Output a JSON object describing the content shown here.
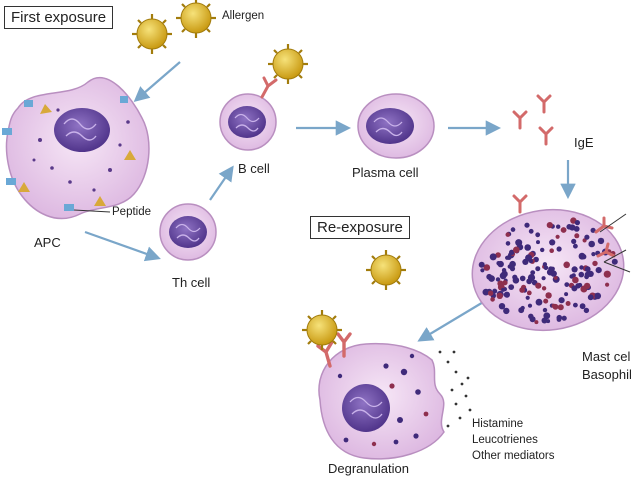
{
  "labels": {
    "first_exposure": "First exposure",
    "allergen": "Allergen",
    "peptide": "Peptide",
    "apc": "APC",
    "b_cell": "B cell",
    "plasma_cell": "Plasma cell",
    "ige": "IgE",
    "th_cell": "Th cell",
    "re_exposure": "Re-exposure",
    "mast_cell": "Mast cel",
    "basophil": "Basophil",
    "degranulation": "Degranulation",
    "histamine": "Histamine",
    "leucotrienes": "Leucotrienes",
    "other_mediators": "Other mediators"
  },
  "colors": {
    "cell_fill": "#e8c9ea",
    "cell_edge": "#b98fc0",
    "nucleus": "#6a4aa0",
    "allergen": "#d8b21c",
    "antibody": "#d36a6a",
    "arrow": "#7aa6c9",
    "granule": "#3f2a7a"
  }
}
